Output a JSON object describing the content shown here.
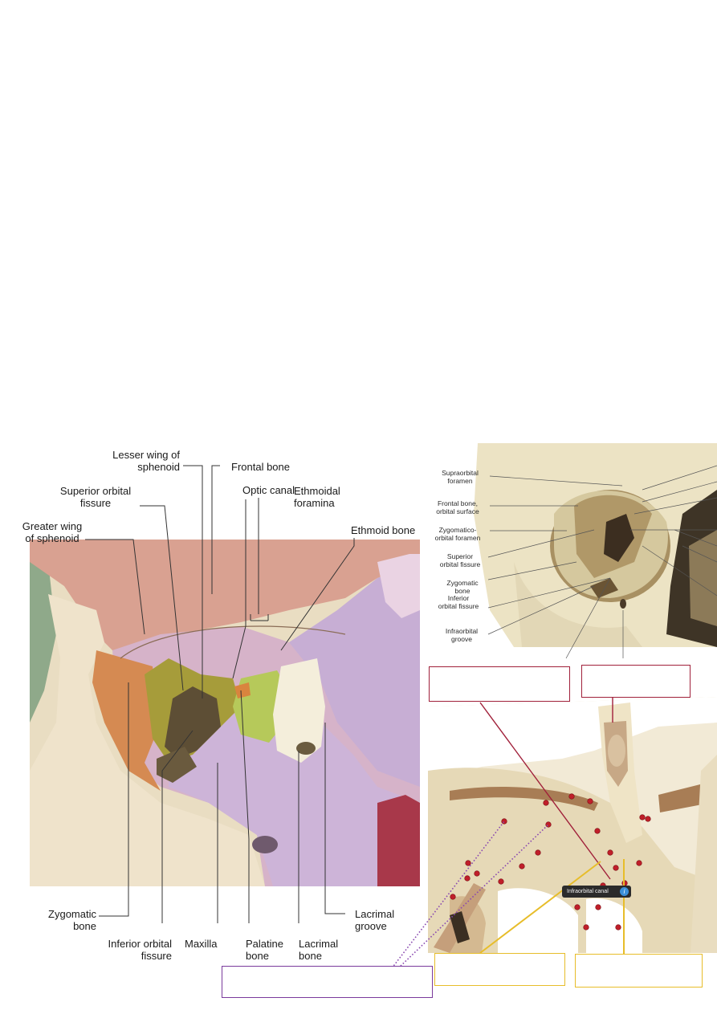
{
  "left_figure": {
    "labels": {
      "lesser_wing": "Lesser wing of\nsphenoid",
      "frontal_bone": "Frontal bone",
      "superior_orbital_fissure": "Superior orbital\nfissure",
      "optic_canal": "Optic canal",
      "ethmoidal_foramina": "Ethmoidal\nforamina",
      "ethmoid_bone": "Ethmoid bone",
      "greater_wing": "Greater wing\nof sphenoid",
      "zygomatic_bone": "Zygomatic\nbone",
      "inferior_orbital_fissure": "Inferior orbital\nfissure",
      "maxilla": "Maxilla",
      "palatine_bone": "Palatine\nbone",
      "lacrimal_bone": "Lacrimal\nbone",
      "lacrimal_groove": "Lacrimal\ngroove"
    }
  },
  "right_top_figure": {
    "labels": {
      "supraorbital_foramen": "Supraorbital\nforamen",
      "frontal_orbital_surface": "Frontal bone,\norbital surface",
      "zygomatico_orbital_foramen": "Zygomatico-\norbital foramen",
      "superior_orbital_fissure": "Superior\norbital fissure",
      "zygomatic_bone": "Zygomatic\nbone",
      "inferior_orbital_fissure": "Inferior\norbital fissure",
      "infraorbital_groove": "Infraorbital\ngroove"
    }
  },
  "right_bottom_figure": {
    "tooltip": "Infraorbital canal",
    "tooltip_icon": "info-icon"
  },
  "colors": {
    "red_box": "#a0203a",
    "yellow_box": "#e7bd2a",
    "purple_box": "#7a3a9c"
  }
}
